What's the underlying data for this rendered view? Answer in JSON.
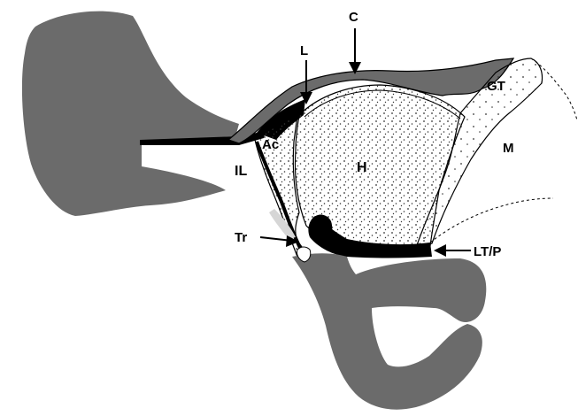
{
  "labels": {
    "c": "C",
    "l": "L",
    "gt": "GT",
    "m": "M",
    "ac": "Ac",
    "h": "H",
    "il": "IL",
    "tr": "Tr",
    "lt_p": "LT/P"
  },
  "colors": {
    "bone": "#6b6b6b",
    "black": "#000000",
    "white": "#ffffff",
    "stipple": "#333333"
  }
}
